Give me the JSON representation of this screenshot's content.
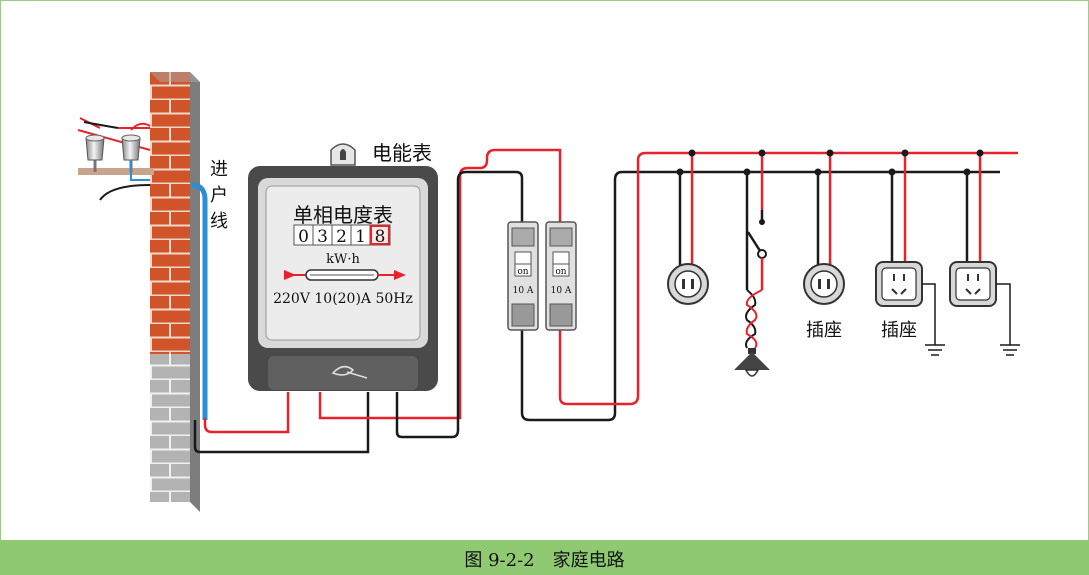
{
  "labels": {
    "incoming_line": [
      "进",
      "户",
      "线"
    ],
    "meter_name": "电能表",
    "meter_title": "单相电度表",
    "meter_digits": [
      "0",
      "3",
      "2",
      "1",
      "8"
    ],
    "meter_unit": "kW·h",
    "meter_rating": "220V 10(20)A 50Hz",
    "breaker_on": "on",
    "breaker_rating": "10 A",
    "socket_1": "插座",
    "socket_2": "插座"
  },
  "caption": "图 9-2-2　家庭电路",
  "colors": {
    "live_wire": "#e8222b",
    "neutral_wire": "#1a1a1a",
    "incoming_wire": "#2b8fd6",
    "brick": "#d0532a",
    "frame": "#9bcb86",
    "caption_bar": "#8fca72"
  }
}
